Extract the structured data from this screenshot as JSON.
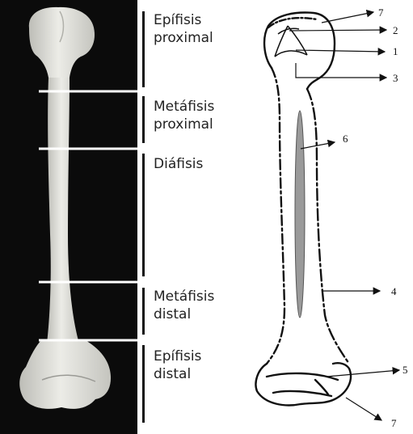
{
  "regions": [
    {
      "label": "Epífisis\nproximal"
    },
    {
      "label": "Metáfisis\nproximal"
    },
    {
      "label": "Diáfisis"
    },
    {
      "label": "Metáfisis\ndistal"
    },
    {
      "label": "Epífisis\ndistal"
    }
  ],
  "callouts": {
    "n7_top": "7",
    "n2": "2",
    "n1": "1",
    "n3": "3",
    "n6": "6",
    "n4": "4",
    "n5": "5",
    "n7_bottom": "7"
  },
  "colors": {
    "photo_bg": "#0b0b0b",
    "bone": "#e6e6e1",
    "ink": "#111111",
    "cavity": "#9a9a9a"
  }
}
